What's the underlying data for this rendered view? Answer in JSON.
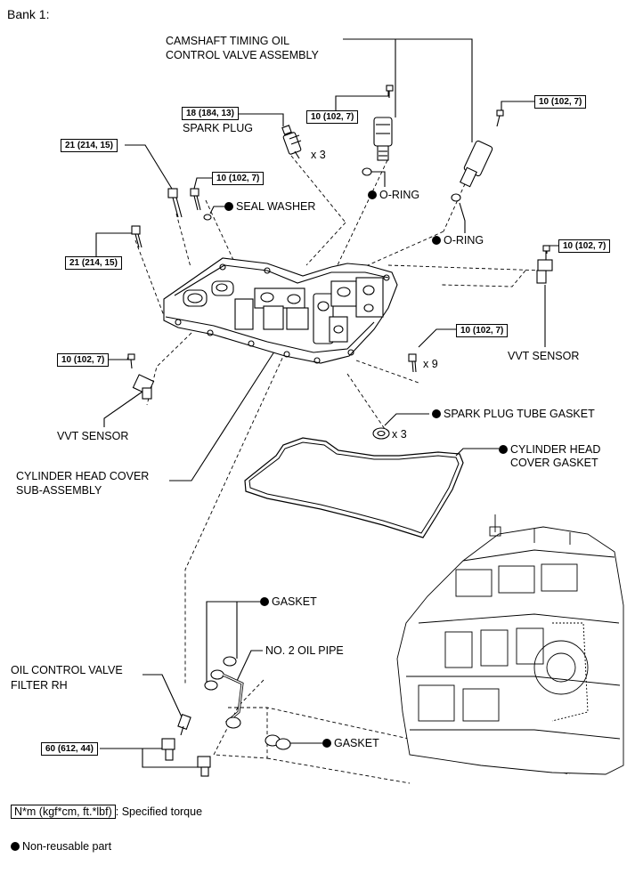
{
  "title": "Bank 1:",
  "labels": {
    "camshaft_valve": [
      "CAMSHAFT TIMING OIL",
      "CONTROL VALVE ASSEMBLY"
    ],
    "spark_plug": "SPARK PLUG",
    "seal_washer": "SEAL WASHER",
    "o_ring_1": "O-RING",
    "o_ring_2": "O-RING",
    "vvt_sensor_right": "VVT SENSOR",
    "vvt_sensor_left": "VVT SENSOR",
    "spark_plug_tube_gasket": "SPARK PLUG TUBE GASKET",
    "head_cover_gasket": [
      "CYLINDER HEAD",
      "COVER GASKET"
    ],
    "head_cover_sub": [
      "CYLINDER HEAD COVER",
      "SUB-ASSEMBLY"
    ],
    "gasket_top": "GASKET",
    "no2_oil_pipe": "NO. 2 OIL PIPE",
    "oil_filter_rh": [
      "OIL CONTROL VALVE",
      "FILTER RH"
    ],
    "gasket_bottom": "GASKET"
  },
  "torques": {
    "spark_plug": "18 (184, 13)",
    "bolt_21_top": "21 (214, 15)",
    "bolt_10_washer": "10 (102, 7)",
    "bolt_21_left": "21 (214, 15)",
    "valve_bolt_mid": "10 (102, 7)",
    "valve_bolt_right": "10 (102, 7)",
    "vvt_right_bolt": "10 (102, 7)",
    "vvt_left_bolt": "10 (102, 7)",
    "cover_bolts": "10 (102, 7)",
    "union_bolt": "60 (612, 44)"
  },
  "quantities": {
    "spark_plug": "x 3",
    "cover_bolts": "x 9",
    "tube_gasket": "x 3"
  },
  "legend": {
    "torque_box": "N*m (kgf*cm, ft.*lbf)",
    "torque_text": ": Specified torque",
    "nonreusable_text": "Non-reusable part"
  }
}
